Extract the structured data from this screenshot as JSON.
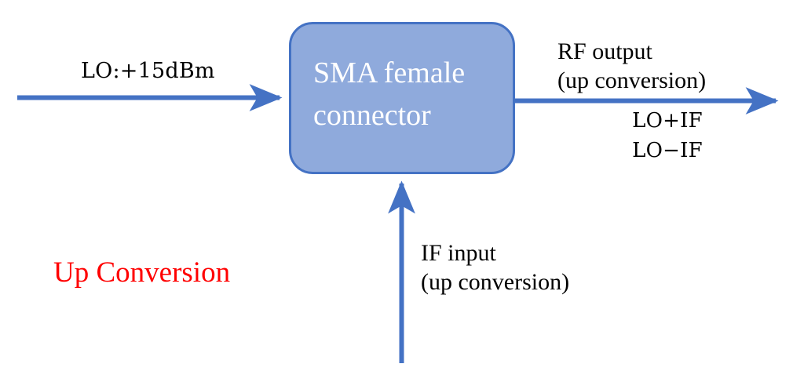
{
  "diagram": {
    "title_note": "Up Conversion block diagram",
    "colors": {
      "block_fill": "#8FAADC",
      "block_border": "#4472C4",
      "arrow": "#4472C4",
      "block_text": "#FFFFFF",
      "label_text": "#000000",
      "highlight_text": "#FF0000",
      "background": "#FFFFFF"
    },
    "block": {
      "label": "SMA female\nconnector"
    },
    "labels": {
      "lo_input": "LO:+15dBm",
      "rf_output": "RF output\n(up conversion)",
      "mix_products": "LO+IF\nLO−IF",
      "if_input": "IF input\n(up conversion)",
      "mode": "Up Conversion"
    },
    "connections": [
      {
        "name": "lo-input-arrow",
        "from": "left edge",
        "to": "SMA female connector",
        "direction": "right",
        "signal": "LO:+15dBm"
      },
      {
        "name": "rf-output-arrow",
        "from": "SMA female connector",
        "to": "right edge",
        "direction": "right",
        "signal": "RF output (up conversion)"
      },
      {
        "name": "if-input-arrow",
        "from": "bottom edge",
        "to": "SMA female connector",
        "direction": "up",
        "signal": "IF input (up conversion)"
      }
    ]
  }
}
